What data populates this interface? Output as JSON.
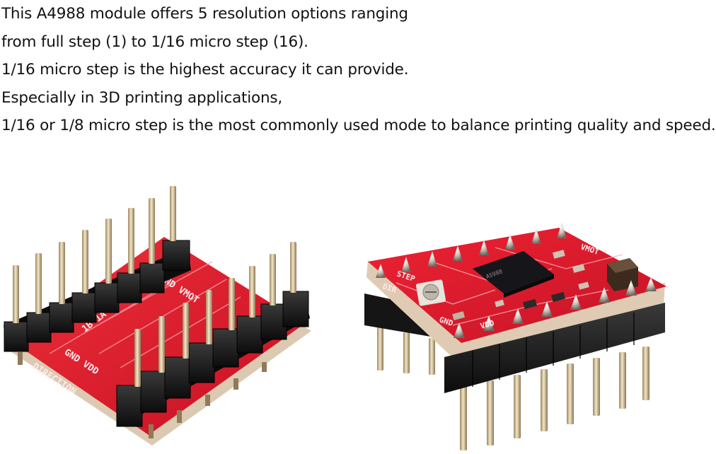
{
  "caption": {
    "lines": [
      "This A4988 module offers 5 resolution options ranging",
      "from full step (1) to 1/16 micro step (16).",
      "1/16 micro step is the highest accuracy it can provide.",
      "Especially in 3D printing applications,",
      "1/16 or 1/8 micro step is the most commonly used mode to balance printing quality and speed."
    ]
  },
  "product_photo": {
    "colors": {
      "pcb_red": "#e3152a",
      "pcb_edge": "#d9c6b0",
      "header_black": "#1b1b1b",
      "pin_gold": "#d8c49a",
      "chip_black": "#1e1e22"
    }
  }
}
